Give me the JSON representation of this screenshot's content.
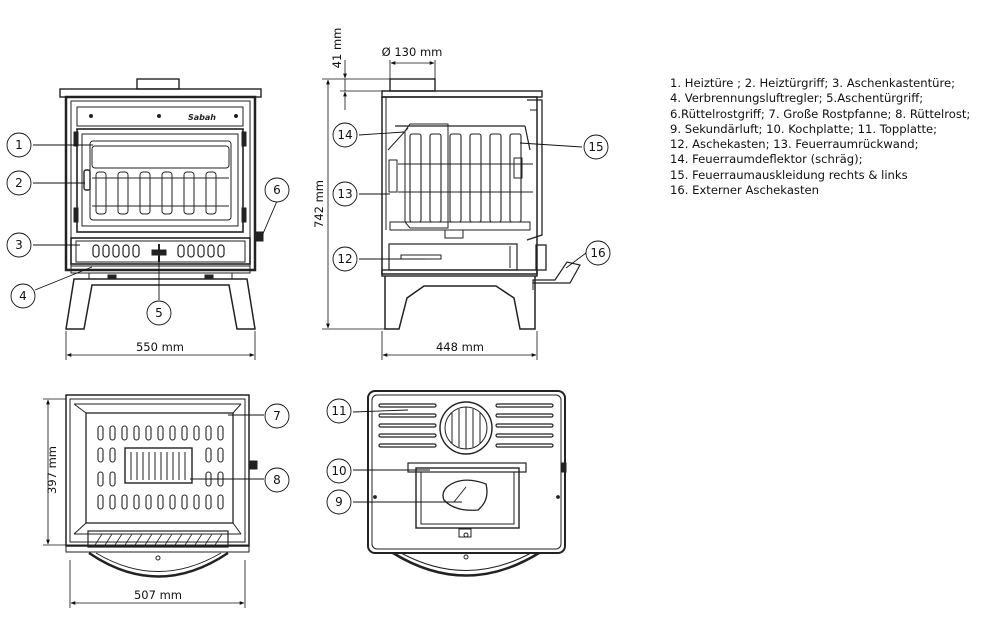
{
  "dimensions": {
    "front_width": "550 mm",
    "side_depth": "448 mm",
    "height": "742 mm",
    "flue_diameter": "Ø 130 mm",
    "flue_height": "41 mm",
    "top_depth": "397 mm",
    "top_width": "507 mm"
  },
  "brand": "Sabah",
  "callouts": [
    "1",
    "2",
    "3",
    "4",
    "5",
    "6",
    "7",
    "8",
    "9",
    "10",
    "11",
    "12",
    "13",
    "14",
    "15",
    "16"
  ],
  "legend": [
    "1. Heiztüre ; 2. Heiztürgriff; 3. Aschenkastentüre;",
    "4. Verbrennungsluftregler; 5.Aschentürgriff;",
    "6.Rüttelrostgriff;  7. Große Rostpfanne; 8. Rüttelrost;",
    "9. Sekundärluft; 10. Kochplatte; 11. Topplatte;",
    "12. Aschekasten; 13. Feuerraumrückwand;",
    "14. Feuerraumdeflektor (schräg);",
    "15. Feuerraumauskleidung rechts & links",
    "16. Externer Aschekasten"
  ]
}
